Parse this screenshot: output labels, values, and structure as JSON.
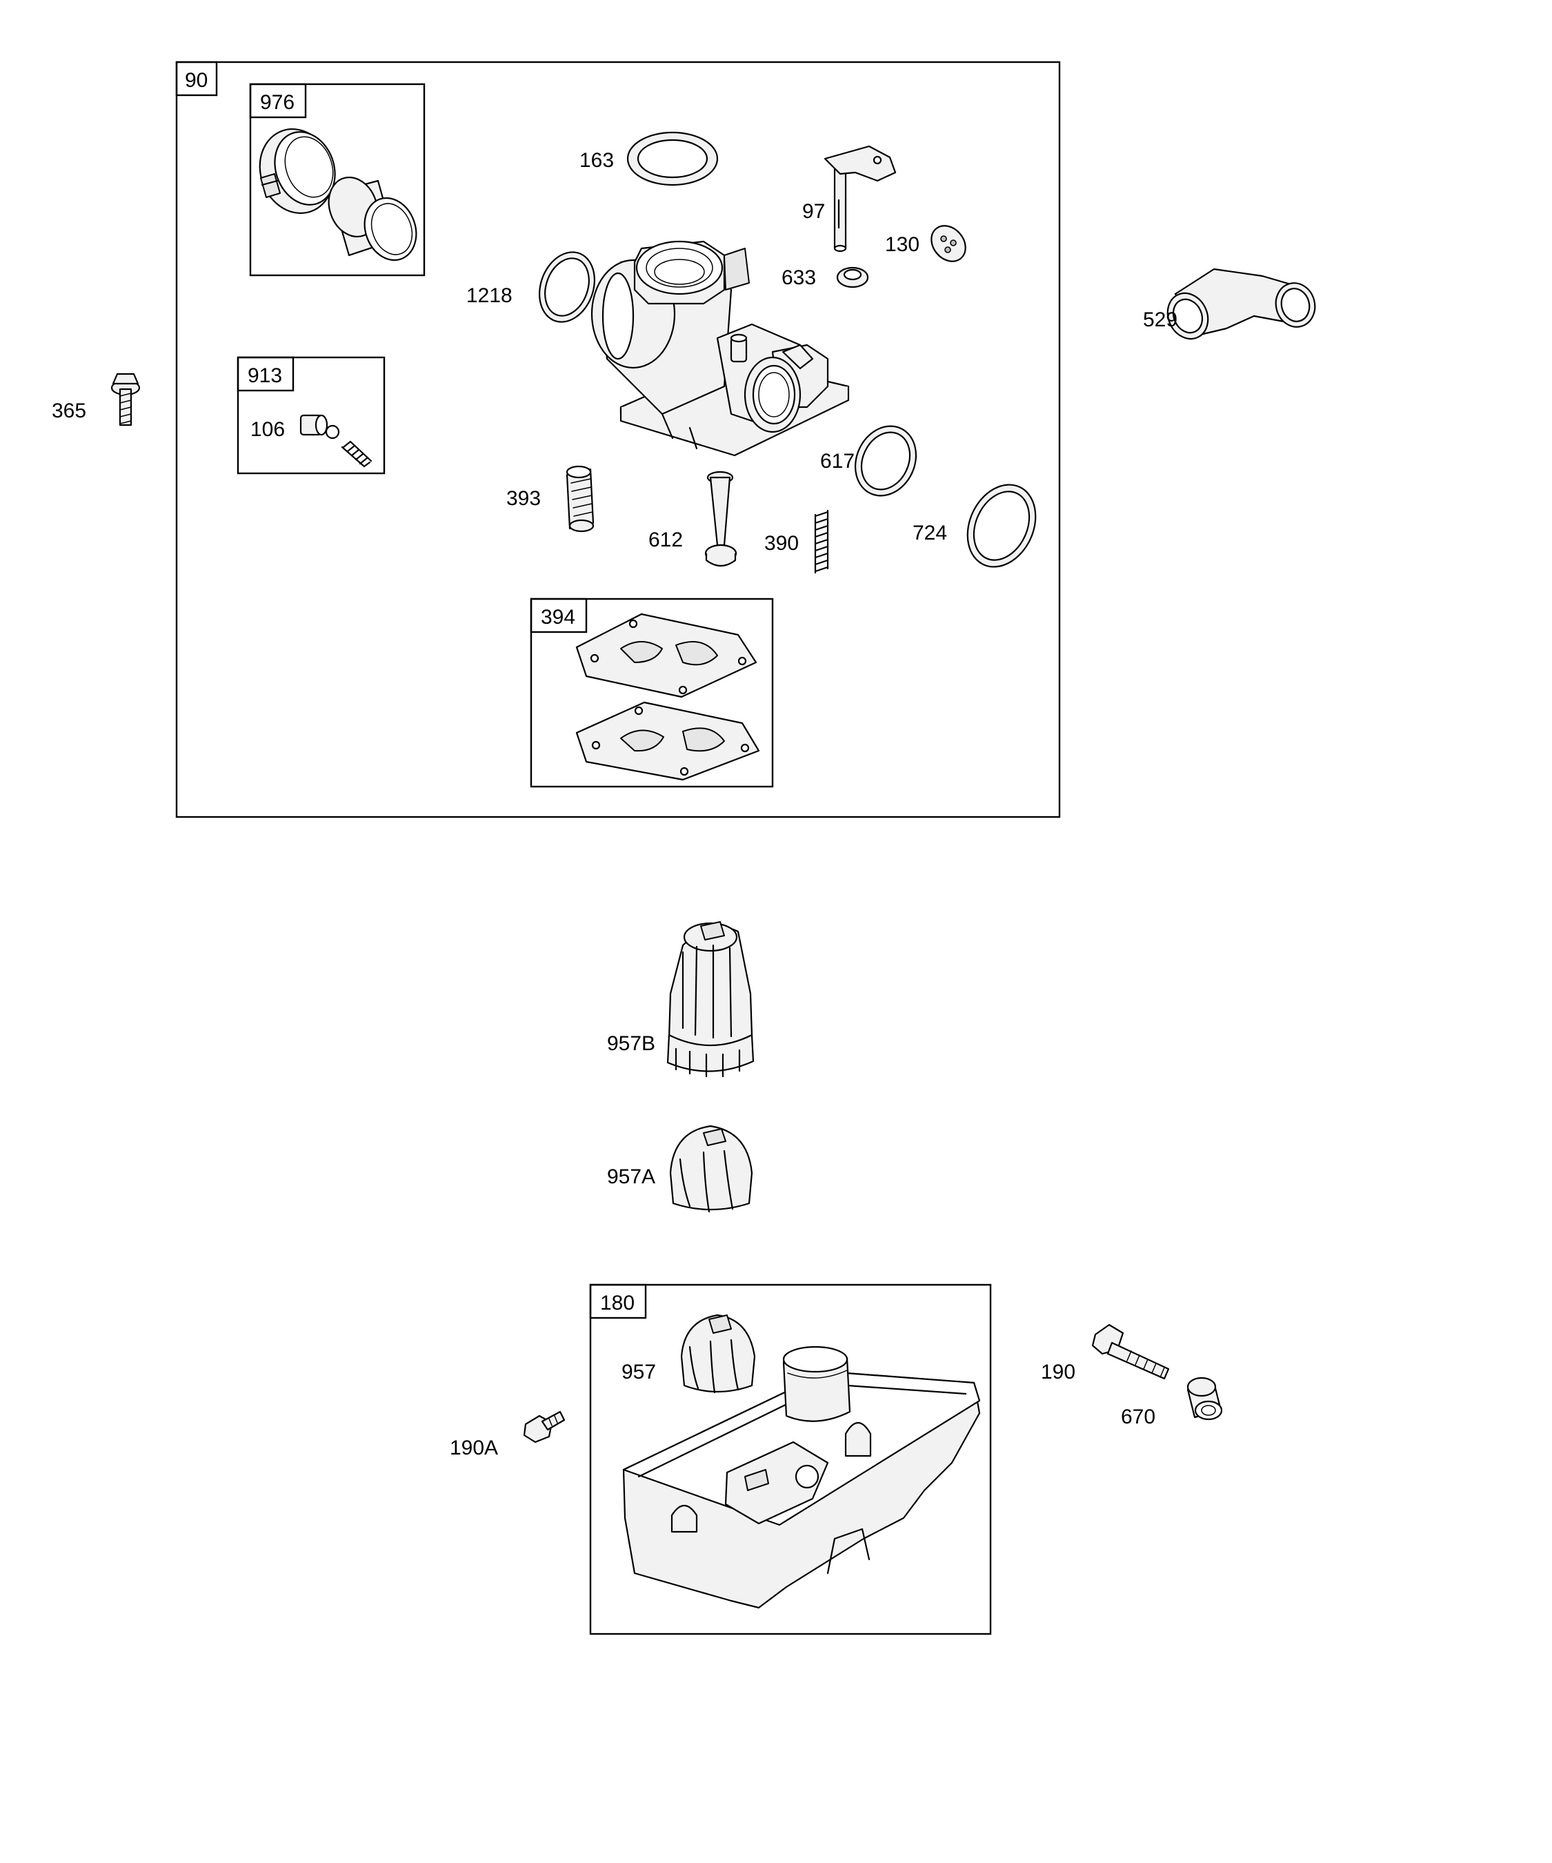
{
  "groups": {
    "carburetor_kit": "90",
    "adapter_kit": "976",
    "needle_kit": "913",
    "diaphragm_kit": "394",
    "fuel_tank": "180"
  },
  "callouts": {
    "p365": "365",
    "p106": "106",
    "p163": "163",
    "p97": "97",
    "p130": "130",
    "p633": "633",
    "p1218": "1218",
    "p529": "529",
    "p617": "617",
    "p393": "393",
    "p724": "724",
    "p612": "612",
    "p390": "390",
    "p957B": "957B",
    "p957A": "957A",
    "p957": "957",
    "p190": "190",
    "p670": "670",
    "p190A": "190A"
  }
}
